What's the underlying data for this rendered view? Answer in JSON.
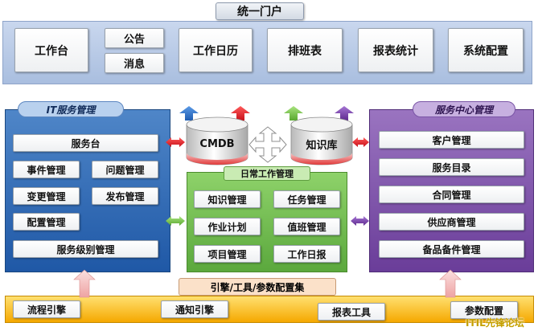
{
  "portal": {
    "title": "统一门户",
    "items": [
      "工作台",
      "公告",
      "消息",
      "工作日历",
      "排班表",
      "报表统计",
      "系统配置"
    ]
  },
  "it_service": {
    "title": "IT服务管理",
    "items": [
      "服务台",
      "事件管理",
      "问题管理",
      "变更管理",
      "发布管理",
      "配置管理",
      "服务级别管理"
    ]
  },
  "service_center": {
    "title": "服务中心管理",
    "items": [
      "客户管理",
      "服务目录",
      "合同管理",
      "供应商管理",
      "备品备件管理"
    ]
  },
  "databases": {
    "cmdb": "CMDB",
    "kb": "知识库"
  },
  "daily_work": {
    "title": "日常工作管理",
    "items": [
      "知识管理",
      "任务管理",
      "作业计划",
      "值班管理",
      "项目管理",
      "工作日报"
    ]
  },
  "engines": {
    "title": "引擎/工具/参数配置集",
    "items": [
      "流程引擎",
      "通知引擎",
      "报表工具",
      "参数配置"
    ]
  },
  "watermark": "ITIL先锋论坛",
  "colors": {
    "portal": "#b7c9e8",
    "it_service": "#2e6bb8",
    "service_center": "#7e54ad",
    "daily_work": "#6dbb4b",
    "engines": "#f7b500",
    "arrow_blue": "#2a6fc8",
    "arrow_red": "#e0202a",
    "arrow_green": "#7acb45",
    "arrow_purple": "#7a3fa8",
    "arrow_pink": "#f2b7b7"
  }
}
